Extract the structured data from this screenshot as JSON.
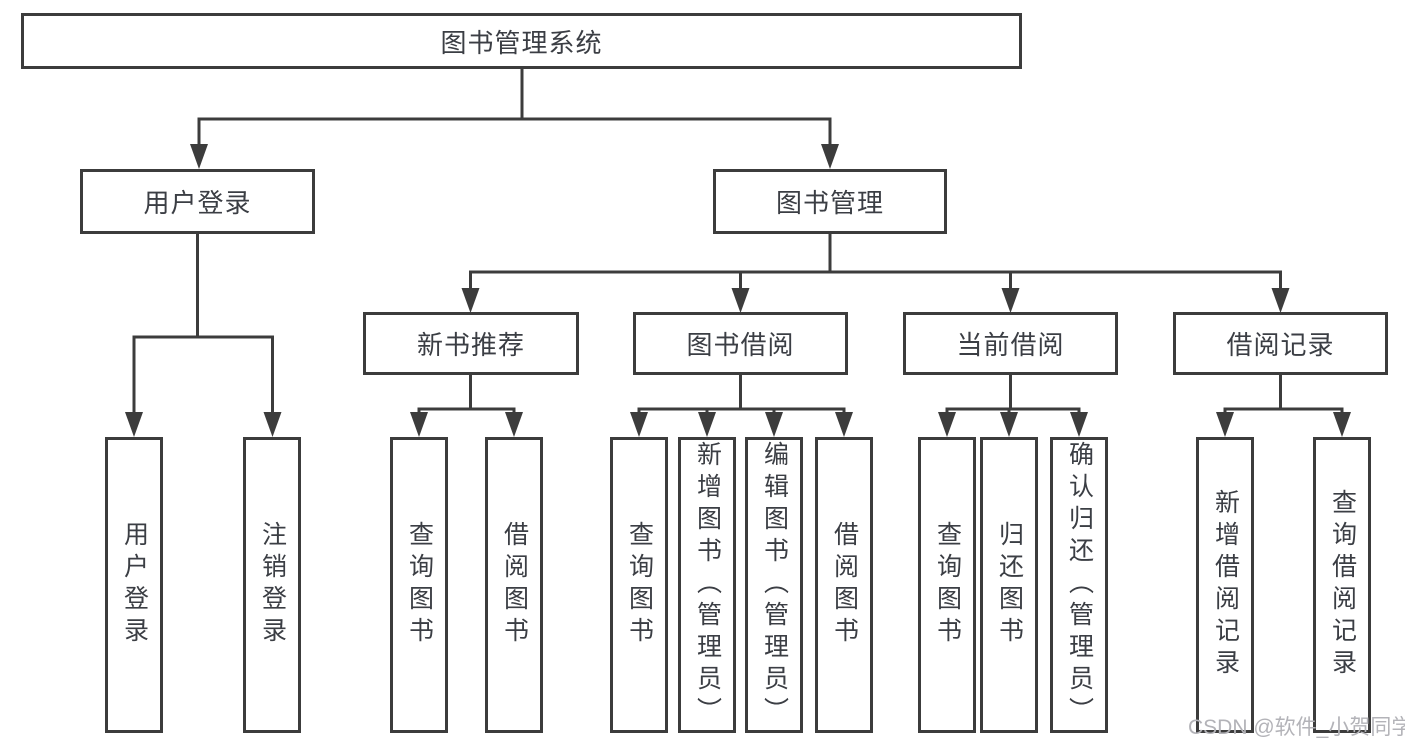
{
  "diagram": {
    "tree": {
      "root": "图书管理系统",
      "children": [
        {
          "label": "用户登录",
          "children": [
            "用户登录",
            "注销登录"
          ]
        },
        {
          "label": "图书管理",
          "children": [
            {
              "label": "新书推荐",
              "children": [
                "查询图书",
                "借阅图书"
              ]
            },
            {
              "label": "图书借阅",
              "children": [
                "查询图书",
                "新增图书（管理员）",
                "编辑图书（管理员）",
                "借阅图书"
              ]
            },
            {
              "label": "当前借阅",
              "children": [
                "查询图书",
                "归还图书",
                "确认归还（管理员）"
              ]
            },
            {
              "label": "借阅记录",
              "children": [
                "新增借阅记录",
                "查询借阅记录"
              ]
            }
          ]
        }
      ]
    },
    "watermark": "CSDN @软件_小贺同学",
    "colors": {
      "line": "#3c3c3c",
      "text": "#3b3e44",
      "watermark": "#b3b3b8",
      "background": "#ffffff"
    }
  }
}
